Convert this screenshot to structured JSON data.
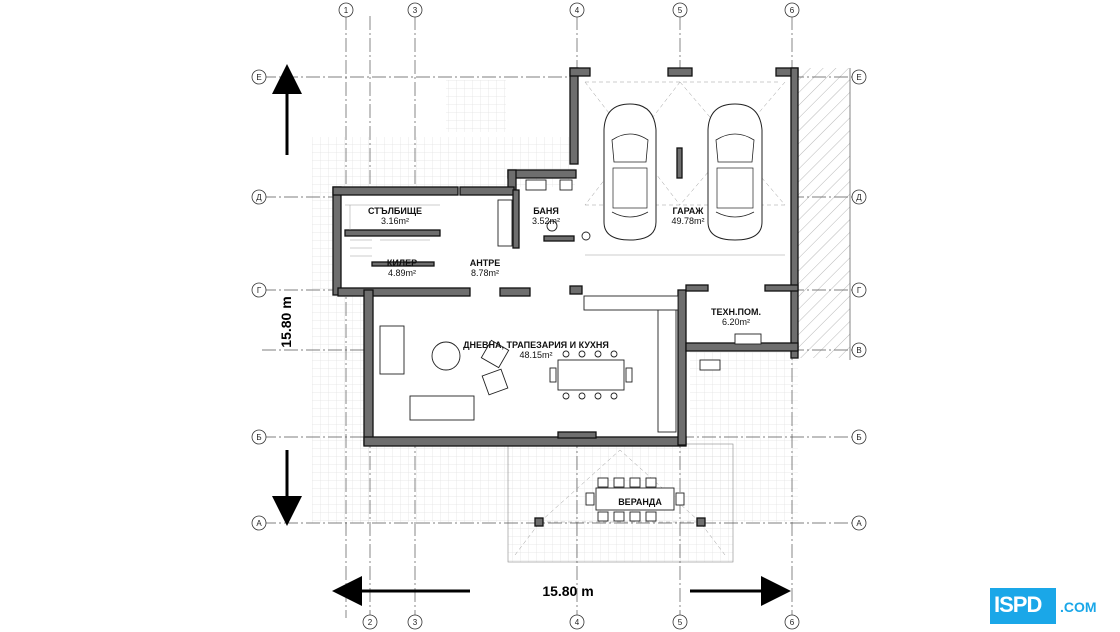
{
  "plan": {
    "columns": [
      "1",
      "3",
      "4",
      "5",
      "6"
    ],
    "columns_bottom": [
      "2",
      "3",
      "4",
      "5",
      "6"
    ],
    "rows": [
      "Е",
      "Д",
      "Г",
      "В",
      "Б",
      "А"
    ],
    "dimension_vertical": "15.80 m",
    "dimension_horizontal": "15.80 m",
    "rooms": [
      {
        "name": "СТЪЛБИЩЕ",
        "area": "3.16m²"
      },
      {
        "name": "БАНЯ",
        "area": "3.52m²"
      },
      {
        "name": "ГАРАЖ",
        "area": "49.78m²"
      },
      {
        "name": "КИЛЕР",
        "area": "4.89m²"
      },
      {
        "name": "АНТРЕ",
        "area": "8.78m²"
      },
      {
        "name": "ТЕХН.ПОМ.",
        "area": "6.20m²"
      },
      {
        "name": "ДНЕВНА, ТРАПЕЗАРИЯ И КУХНЯ",
        "area": "48.15m²"
      },
      {
        "name": "ВЕРАНДА",
        "area": ""
      }
    ]
  },
  "logo": {
    "mark": "ISPD",
    "domain": ".COM",
    "color": "#1aa7e8"
  }
}
